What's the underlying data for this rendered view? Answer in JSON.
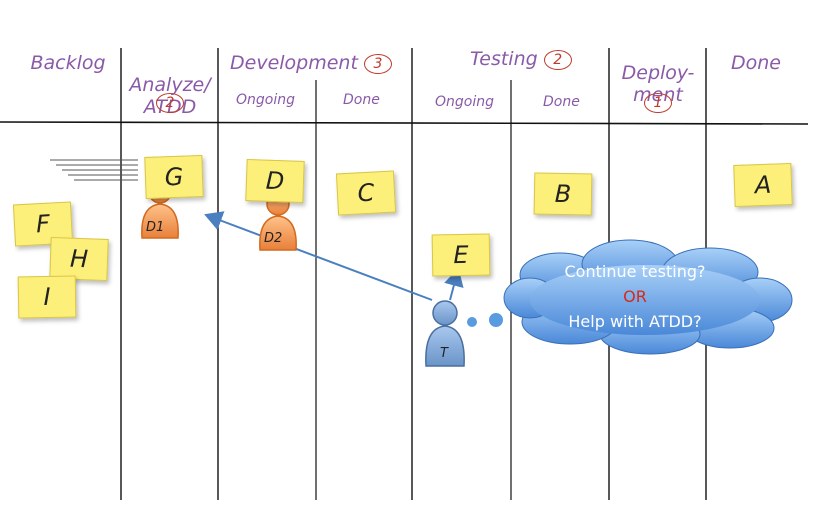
{
  "board": {
    "columns": [
      {
        "id": "backlog",
        "title": "Backlog"
      },
      {
        "id": "analyze",
        "title": "Analyze/\nATDD",
        "wip": "2"
      },
      {
        "id": "development",
        "title": "Development",
        "wip": "3"
      },
      {
        "id": "testing",
        "title": "Testing",
        "wip": "2"
      },
      {
        "id": "deployment",
        "title": "Deploy-\nment",
        "wip": "1"
      },
      {
        "id": "done",
        "title": "Done"
      }
    ],
    "subcolumns": {
      "dev_ongoing": "Ongoing",
      "dev_done": "Done",
      "test_ongoing": "Ongoing",
      "test_done": "Done"
    }
  },
  "cards": {
    "A": "A",
    "B": "B",
    "C": "C",
    "D": "D",
    "E": "E",
    "F": "F",
    "G": "G",
    "H": "H",
    "I": "I"
  },
  "people": {
    "d1": "D1",
    "d2": "D2",
    "t": "T"
  },
  "thought": {
    "line1": "Continue testing?",
    "line2": "OR",
    "line3": "Help with ATDD?"
  },
  "colors": {
    "header_text": "#8a5aa8",
    "wip_circle": "#c0392b",
    "sticky": "#fdf07a",
    "developer": "#f0a060",
    "tester": "#7fa8d8",
    "cloud": "#5a9be0",
    "arrow": "#4a7fc0"
  }
}
